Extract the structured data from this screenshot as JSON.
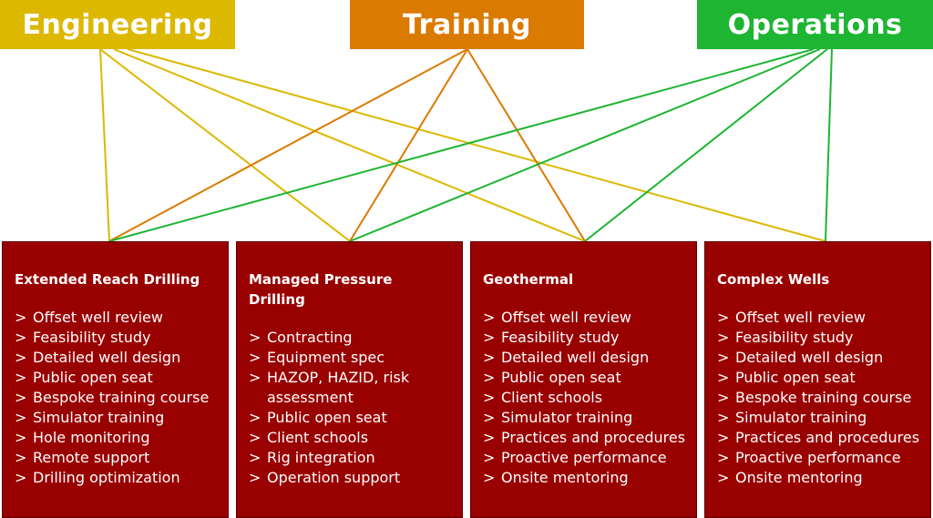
{
  "categories": {
    "engineering": "Engineering",
    "training": "Training",
    "operations": "Operations"
  },
  "colors": {
    "engineering": "#dcb800",
    "training": "#db7a00",
    "operations": "#1db532",
    "card": "#990000"
  },
  "bullet": ">",
  "cards": [
    {
      "title": "Extended Reach Drilling",
      "items": [
        "Offset well review",
        "Feasibility study",
        "Detailed well design",
        "Public open seat",
        "Bespoke training course",
        "Simulator training",
        "Hole monitoring",
        "Remote support",
        "Drilling optimization"
      ]
    },
    {
      "title": "Managed Pressure Drilling",
      "items": [
        "Contracting",
        "Equipment spec",
        "HAZOP, HAZID, risk assessment",
        "Public open seat",
        "Client schools",
        "Rig integration",
        "Operation support"
      ]
    },
    {
      "title": "Geothermal",
      "items": [
        "Offset well review",
        "Feasibility study",
        "Detailed well design",
        "Public open seat",
        "Client schools",
        "Simulator training",
        "Practices and procedures",
        "Proactive performance",
        "Onsite mentoring"
      ]
    },
    {
      "title": "Complex Wells",
      "items": [
        "Offset well review",
        "Feasibility study",
        "Detailed well design",
        "Public open seat",
        "Bespoke training course",
        "Simulator training",
        "Practices and procedures",
        "Proactive performance",
        "Onsite mentoring"
      ]
    }
  ]
}
